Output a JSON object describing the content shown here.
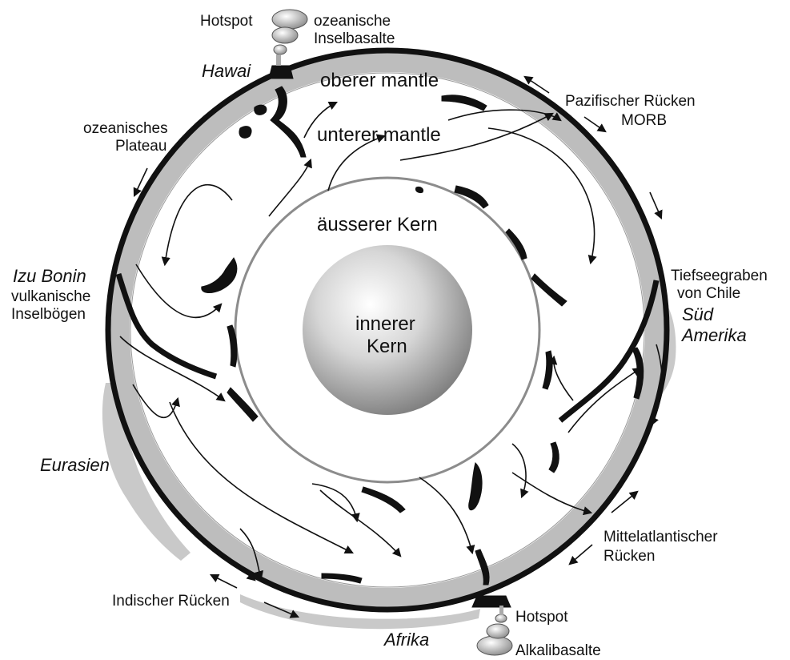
{
  "labels": {
    "hotspot_top": "Hotspot",
    "ozeanische_inselbasalte_1": "ozeanische",
    "ozeanische_inselbasalte_2": "Inselbasalte",
    "hawai": "Hawai",
    "oberer_mantle": "oberer mantle",
    "unterer_mantle": "unterer mantle",
    "pazifischer_ruecken": "Pazifischer Rücken",
    "morb": "MORB",
    "ozeanisches_plateau_1": "ozeanisches",
    "ozeanisches_plateau_2": "Plateau",
    "aeusserer_kern": "äusserer Kern",
    "innerer_kern_1": "innerer",
    "innerer_kern_2": "Kern",
    "izu_bonin": "Izu Bonin",
    "vulkanische_1": "vulkanische",
    "vulkanische_2": "Inselbögen",
    "tiefseegraben_1": "Tiefseegraben",
    "tiefseegraben_2": "von Chile",
    "sued_amerika_1": "Süd",
    "sued_amerika_2": "Amerika",
    "eurasien": "Eurasien",
    "mittelatlantischer_1": "Mittelatlantischer",
    "mittelatlantischer_2": "Rücken",
    "indischer_ruecken": "Indischer Rücken",
    "hotspot_bottom": "Hotspot",
    "afrika": "Afrika",
    "alkalibasalte": "Alkalibasalte"
  },
  "colors": {
    "crust": "#111111",
    "mantle_band": "#bdbdbd",
    "continent": "#c8c8c8",
    "outer_core_line": "#8c8c8c",
    "slab": "#111111"
  }
}
